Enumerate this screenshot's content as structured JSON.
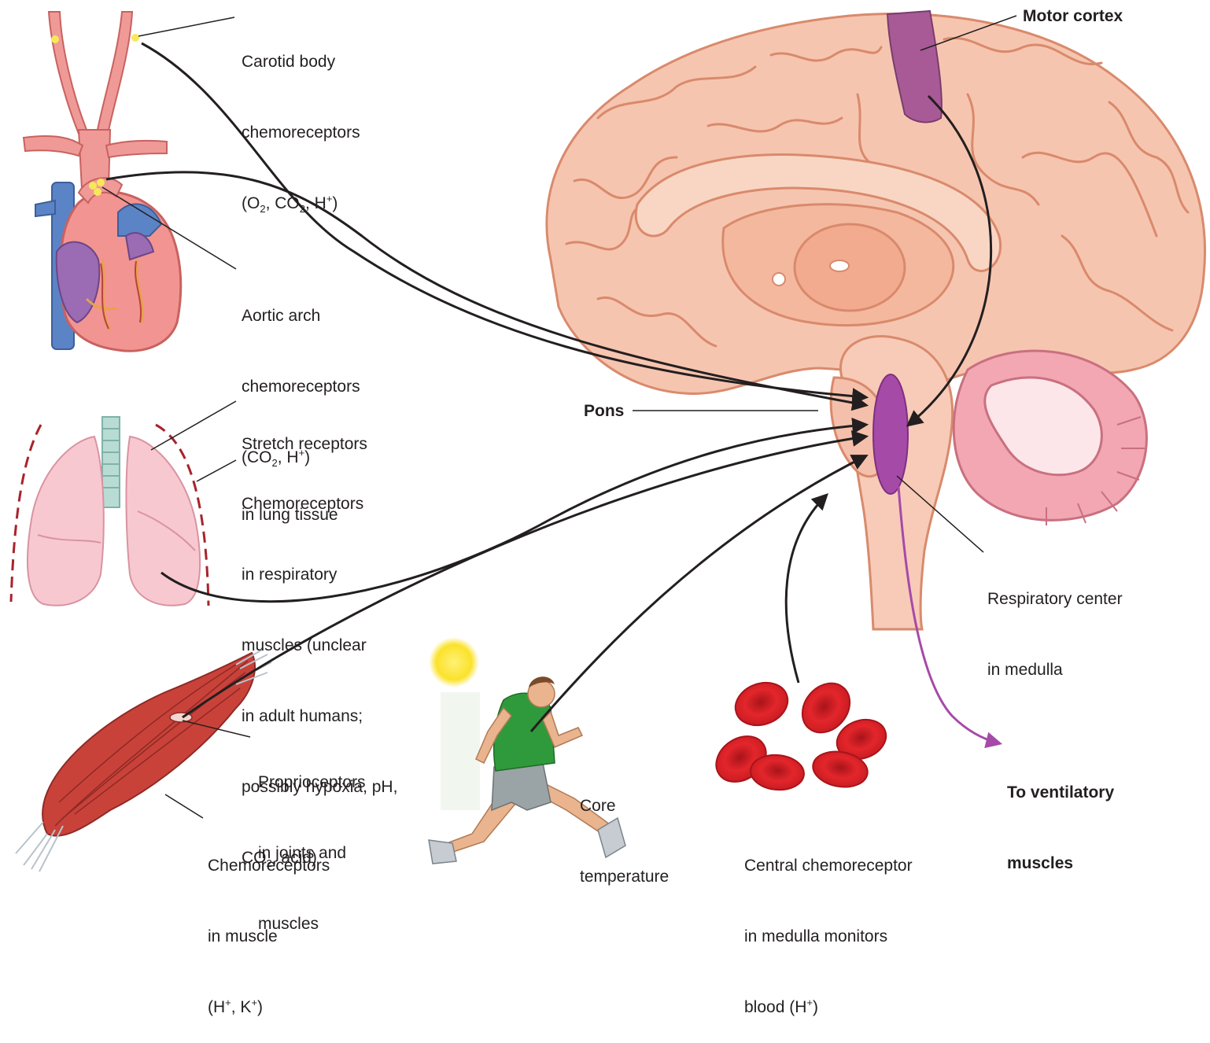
{
  "labels": {
    "carotid": [
      "Carotid body",
      "chemoreceptors",
      "(O|2|, CO|2|, H^+^)"
    ],
    "aortic": [
      "Aortic arch",
      "chemoreceptors",
      "(CO|2|, H^+^)"
    ],
    "stretch": [
      "Stretch receptors",
      "in lung tissue"
    ],
    "resp_muscles": [
      "Chemoreceptors",
      "in respiratory",
      "muscles (unclear",
      "in adult humans;",
      "possibly hypoxia, pH,",
      "CO|2|, acid)"
    ],
    "proprio": [
      "Proprioceptors",
      "in joints and",
      "muscles"
    ],
    "muscle_chemo": [
      "Chemoreceptors",
      "in muscle",
      "(H^+^, K^+^)"
    ],
    "core_temp": [
      "Core",
      "temperature"
    ],
    "central": [
      "Central chemoreceptor",
      "in medulla monitors",
      "blood (H^+^)"
    ],
    "motor_cortex": "Motor cortex",
    "pons": "Pons",
    "resp_center": [
      "Respiratory center",
      "in medulla"
    ],
    "ventilatory": [
      "To ventilatory",
      "muscles"
    ]
  },
  "colors": {
    "brain": "#f6c5b0",
    "brain_outline": "#d98a6c",
    "motor_cortex": "#a85a96",
    "respiratory_center": "#a64aa8",
    "artery": "#f09a98",
    "vein": "#5b84c6",
    "heart": "#f29491",
    "lung": "#f8c8d0",
    "muscle": "#c9423a",
    "blood_cell": "#e3262b",
    "sun": "#fbe22b",
    "runner_shirt": "#2f9a3c",
    "arrow_to_muscles": "#a64aa8"
  }
}
